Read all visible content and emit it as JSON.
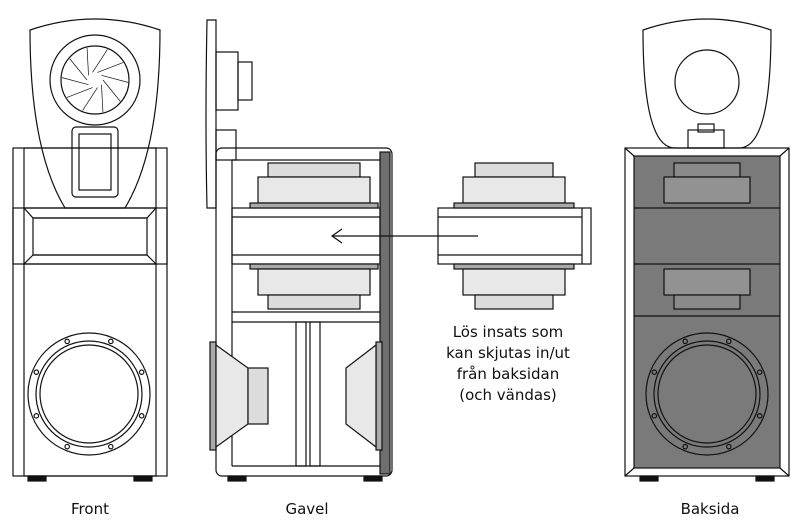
{
  "labels": {
    "front": "Front",
    "side": "Gavel",
    "back": "Baksida"
  },
  "note_lines": [
    "Lös insats som",
    "kan skjutas in/ut",
    "från baksidan",
    "(och vändas)"
  ],
  "colors": {
    "line": "#111111",
    "back_panel": "#7a7a7a",
    "side_strip": "#6f6f6f",
    "driver_fill": "#dcdcdc"
  }
}
